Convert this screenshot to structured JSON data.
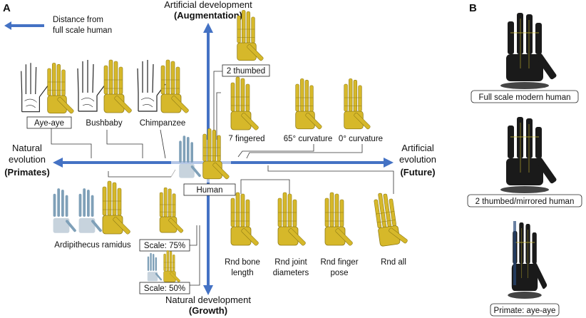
{
  "panels": {
    "a": "A",
    "b": "B"
  },
  "legend": {
    "line1": "Distance from",
    "line2": "full scale human"
  },
  "axes": {
    "up_line1": "Artificial development",
    "up_line2": "(Augmentation)",
    "down_line1": "Natural development",
    "down_line2": "(Growth)",
    "left_line1": "Natural",
    "left_line2": "evolution",
    "left_line3": "(Primates)",
    "right_line1": "Artificial",
    "right_line2": "evolution",
    "right_line3": "(Future)"
  },
  "labels": {
    "aye_aye": "Aye-aye",
    "bushbaby": "Bushbaby",
    "chimpanzee": "Chimpanzee",
    "two_thumbed": "2 thumbed",
    "seven_fingered": "7 fingered",
    "curv65": "65° curvature",
    "curv0": "0° curvature",
    "human": "Human",
    "ardipithecus": "Ardipithecus ramidus",
    "scale75": "Scale: 75%",
    "scale50": "Scale: 50%",
    "rnd_bone_1": "Rnd bone",
    "rnd_bone_2": "length",
    "rnd_joint_1": "Rnd joint",
    "rnd_joint_2": "diameters",
    "rnd_finger_1": "Rnd finger",
    "rnd_finger_2": "pose",
    "rnd_all": "Rnd all"
  },
  "panel_b": {
    "full_scale": "Full scale modern human",
    "two_thumbed_mirrored": "2 thumbed/mirrored human",
    "primate": "Primate: aye-aye"
  },
  "colors": {
    "axis_blue": "#4472c4",
    "hand_yellow": "#d6b82a",
    "hand_dark": "#8e7a14",
    "robot_black": "#1a1a1a",
    "robot_blue": "#2a4a7a",
    "sketch": "#222222",
    "xray_blue": "#7fa0b8"
  }
}
